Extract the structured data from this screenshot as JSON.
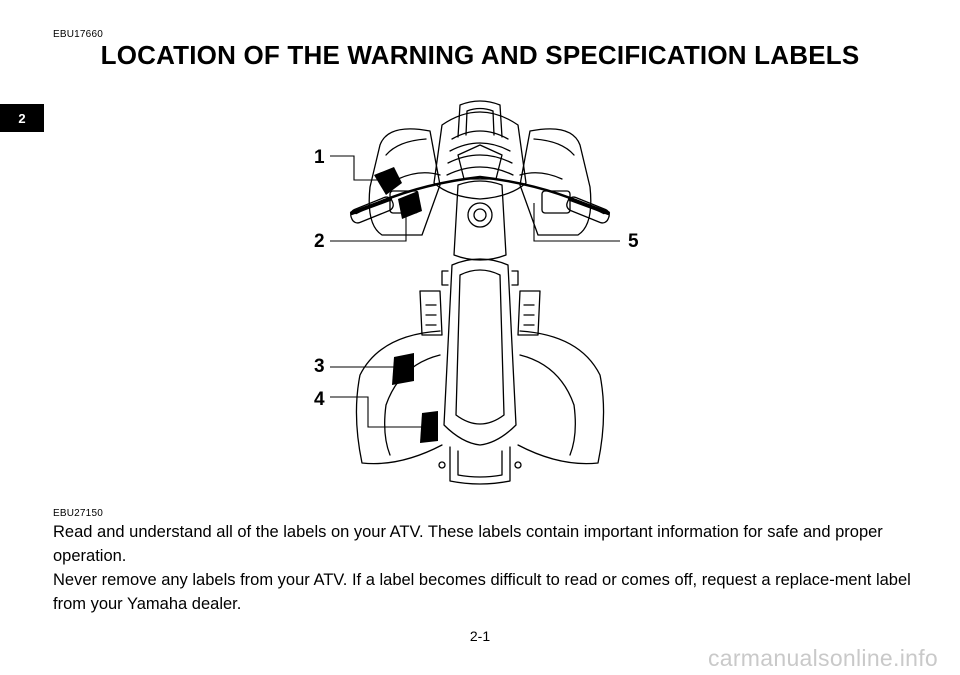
{
  "chapter_tab": "2",
  "section_code_top": "EBU17660",
  "title": "LOCATION OF THE WARNING AND SPECIFICATION LABELS",
  "figure": {
    "callouts": [
      "1",
      "2",
      "3",
      "4",
      "5"
    ]
  },
  "section_code_body": "EBU27150",
  "paragraphs": [
    "Read and understand all of the labels on your ATV. These labels contain important information for safe and proper operation.",
    "Never remove any labels from your ATV. If a label becomes difficult to read or comes off, request a replace-ment label from your Yamaha dealer."
  ],
  "page_number": "2-1",
  "watermark": "carmanualsonline.info"
}
